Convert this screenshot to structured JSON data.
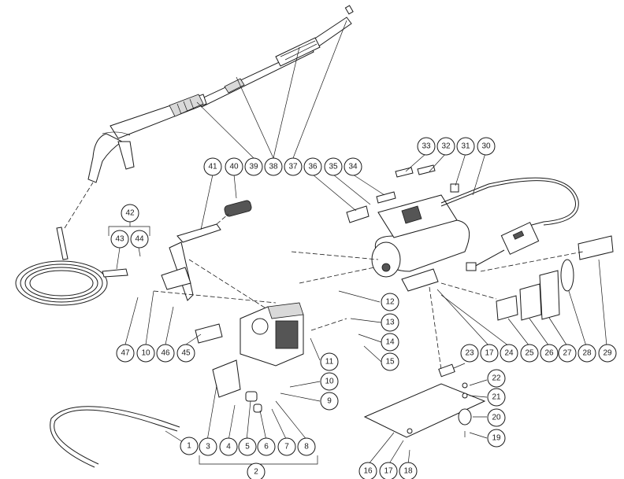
{
  "diagram": {
    "callouts": [
      {
        "id": "c1",
        "label": "1"
      },
      {
        "id": "c2",
        "label": "2"
      },
      {
        "id": "c3",
        "label": "3"
      },
      {
        "id": "c4",
        "label": "4"
      },
      {
        "id": "c5",
        "label": "5"
      },
      {
        "id": "c6",
        "label": "6"
      },
      {
        "id": "c7",
        "label": "7"
      },
      {
        "id": "c8",
        "label": "8"
      },
      {
        "id": "c9",
        "label": "9"
      },
      {
        "id": "c10a",
        "label": "10"
      },
      {
        "id": "c10b",
        "label": "10"
      },
      {
        "id": "c11",
        "label": "11"
      },
      {
        "id": "c12",
        "label": "12"
      },
      {
        "id": "c13",
        "label": "13"
      },
      {
        "id": "c14",
        "label": "14"
      },
      {
        "id": "c15",
        "label": "15"
      },
      {
        "id": "c16",
        "label": "16"
      },
      {
        "id": "c17a",
        "label": "17"
      },
      {
        "id": "c17b",
        "label": "17"
      },
      {
        "id": "c18",
        "label": "18"
      },
      {
        "id": "c19",
        "label": "19"
      },
      {
        "id": "c20",
        "label": "20"
      },
      {
        "id": "c21",
        "label": "21"
      },
      {
        "id": "c22",
        "label": "22"
      },
      {
        "id": "c23",
        "label": "23"
      },
      {
        "id": "c24",
        "label": "24"
      },
      {
        "id": "c25",
        "label": "25"
      },
      {
        "id": "c26",
        "label": "26"
      },
      {
        "id": "c27",
        "label": "27"
      },
      {
        "id": "c28",
        "label": "28"
      },
      {
        "id": "c29",
        "label": "29"
      },
      {
        "id": "c30",
        "label": "30"
      },
      {
        "id": "c31",
        "label": "31"
      },
      {
        "id": "c32",
        "label": "32"
      },
      {
        "id": "c33",
        "label": "33"
      },
      {
        "id": "c34",
        "label": "34"
      },
      {
        "id": "c35",
        "label": "35"
      },
      {
        "id": "c36",
        "label": "36"
      },
      {
        "id": "c37",
        "label": "37"
      },
      {
        "id": "c38",
        "label": "38"
      },
      {
        "id": "c39",
        "label": "39"
      },
      {
        "id": "c40",
        "label": "40"
      },
      {
        "id": "c41",
        "label": "41"
      },
      {
        "id": "c42",
        "label": "42"
      },
      {
        "id": "c43",
        "label": "43"
      },
      {
        "id": "c44",
        "label": "44"
      },
      {
        "id": "c45",
        "label": "45"
      },
      {
        "id": "c46",
        "label": "46"
      },
      {
        "id": "c47",
        "label": "47"
      }
    ]
  }
}
